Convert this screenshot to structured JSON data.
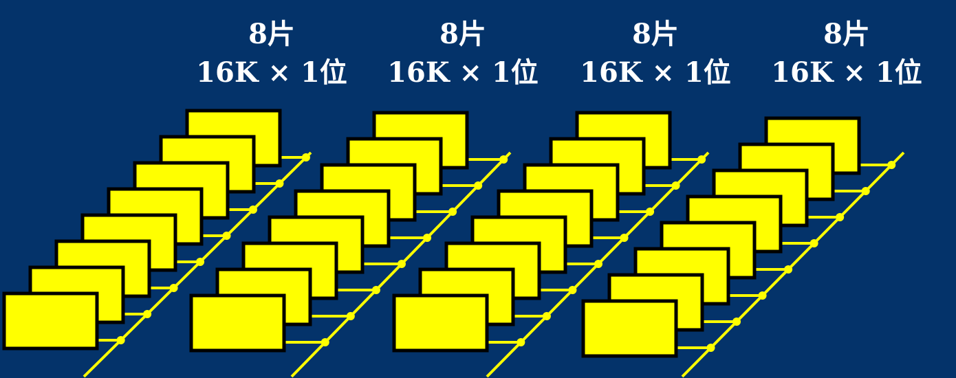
{
  "colors": {
    "background": "#04336a",
    "chip_fill": "#ffff00",
    "chip_border": "#000000",
    "bus": "#ffff00",
    "text": "#ffffff"
  },
  "groups": [
    {
      "count_label": "8片",
      "spec_label": "16K × 1位",
      "chips": 8
    },
    {
      "count_label": "8片",
      "spec_label": "16K × 1位",
      "chips": 8
    },
    {
      "count_label": "8片",
      "spec_label": "16K × 1位",
      "chips": 8
    },
    {
      "count_label": "8片",
      "spec_label": "16K × 1位",
      "chips": 8
    }
  ]
}
